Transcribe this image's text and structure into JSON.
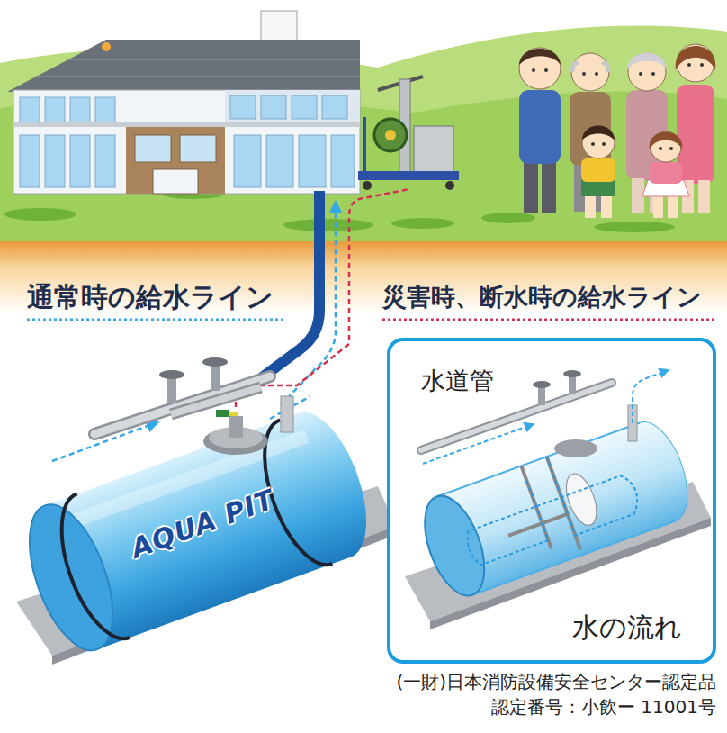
{
  "diagram": {
    "nodes": [
      {
        "text": [
          "水道管",
          "水の流れ"
        ]
      }
    ],
    "labels": [
      "通常時の給水ライン",
      "災害時、断水時の給水ライン",
      "AQUA PIT",
      "(一財)日本消防設備安全センター認定品",
      "認定番号：小飲ー 11001号"
    ]
  }
}
